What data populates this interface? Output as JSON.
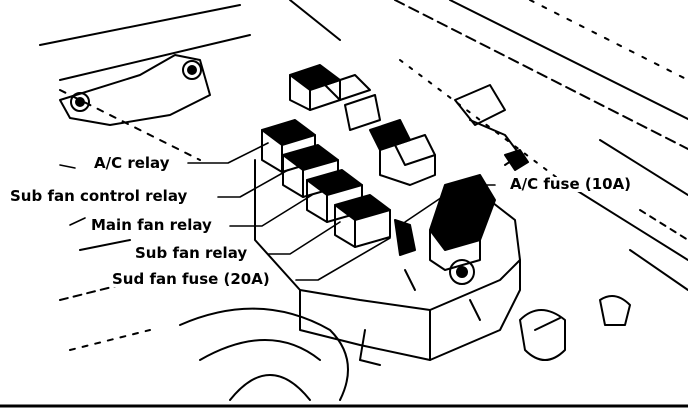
{
  "diagram": {
    "callouts": {
      "ac_relay": "A/C relay",
      "sub_fan_control_relay": "Sub fan control relay",
      "main_fan_relay": "Main fan relay",
      "sub_fan_relay": "Sub fan relay",
      "sub_fan_fuse": "Sud fan fuse (20A)",
      "ac_fuse": "A/C fuse (10A)"
    },
    "colors": {
      "ink": "#000000",
      "paper": "#ffffff"
    }
  }
}
